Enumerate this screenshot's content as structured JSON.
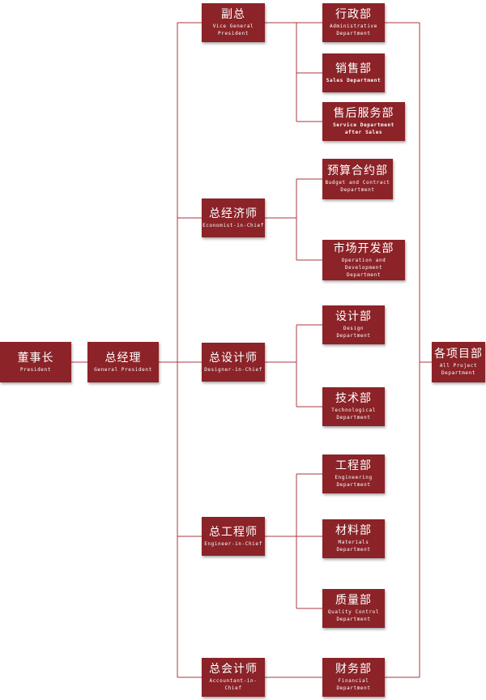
{
  "colors": {
    "box": "#8b2328",
    "text": "#ffffff",
    "line": "#a83a3e"
  },
  "nodes": {
    "president": {
      "zh": "董事长",
      "en": "President"
    },
    "gm": {
      "zh": "总经理",
      "en": "General President"
    },
    "vp": {
      "zh": "副总",
      "en": "Vice General President"
    },
    "economist": {
      "zh": "总经济师",
      "en": "Economist-in-Chief"
    },
    "designer": {
      "zh": "总设计师",
      "en": "Designer-in-Chief"
    },
    "engineer": {
      "zh": "总工程师",
      "en": "Engineer-in-Chief"
    },
    "accountant": {
      "zh": "总会计师",
      "en": "Accountant-in-Chief"
    },
    "admin": {
      "zh": "行政部",
      "en": "Administrative\nDepartment"
    },
    "sales": {
      "zh": "销售部",
      "en": "Sales Department"
    },
    "service": {
      "zh": "售后服务部",
      "en": "Service Department\nafter Sales"
    },
    "budget": {
      "zh": "预算合约部",
      "en": "Budget and Contract\nDepartment"
    },
    "market": {
      "zh": "市场开发部",
      "en": "Operation and Development\nDepartment"
    },
    "design": {
      "zh": "设计部",
      "en": "Design\nDepartment"
    },
    "tech": {
      "zh": "技术部",
      "en": "Technological\nDepartment"
    },
    "engdept": {
      "zh": "工程部",
      "en": "Engineering\nDepartment"
    },
    "material": {
      "zh": "材料部",
      "en": "Materials\nDepartment"
    },
    "quality": {
      "zh": "质量部",
      "en": "Quality Control\nDepartment"
    },
    "finance": {
      "zh": "财务部",
      "en": "Financial\nDepartment"
    },
    "projects": {
      "zh": "各项目部",
      "en": "All Project\nDepartment"
    }
  }
}
